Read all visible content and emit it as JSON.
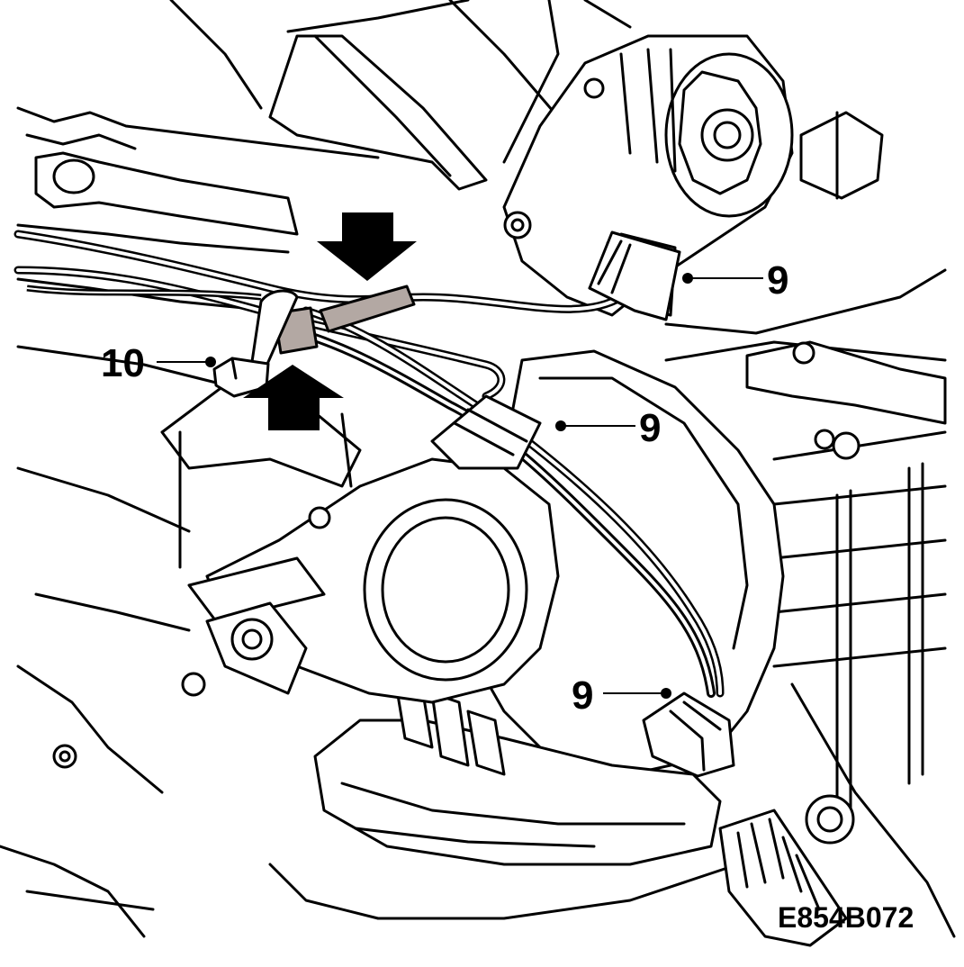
{
  "figure_id": "E854B072",
  "callouts": [
    {
      "id": "callout-10-top-left",
      "label": "10"
    },
    {
      "id": "callout-9-top-right",
      "label": "9"
    },
    {
      "id": "callout-9-middle",
      "label": "9"
    },
    {
      "id": "callout-9-bottom",
      "label": "9"
    }
  ],
  "colors": {
    "line": "#000000",
    "background": "#ffffff",
    "tape_highlight": "#b3a8a3"
  }
}
